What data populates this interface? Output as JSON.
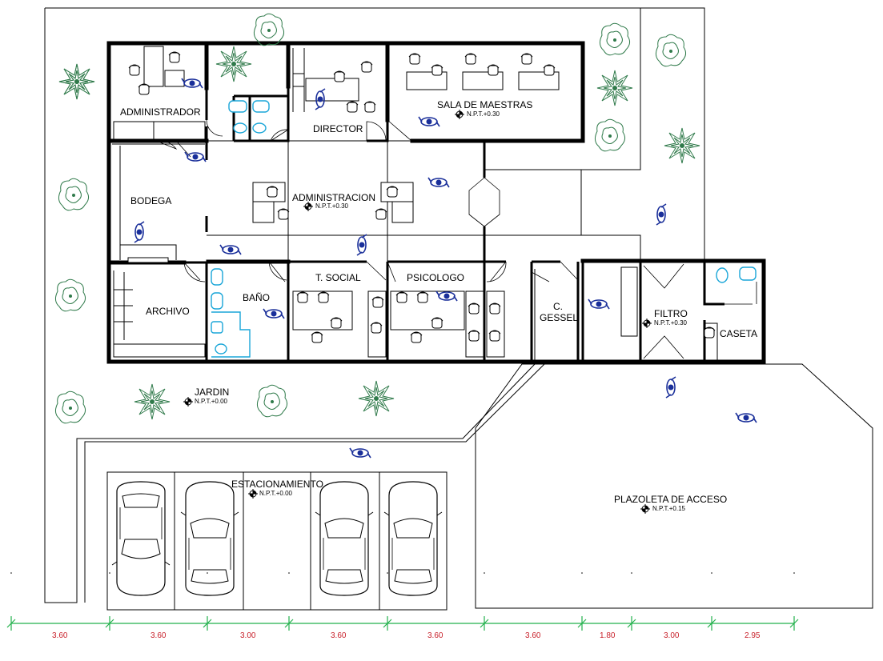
{
  "rooms": {
    "administrador": "ADMINISTRADOR",
    "director": "DIRECTOR",
    "sala_maestras": "SALA DE MAESTRAS",
    "bodega": "BODEGA",
    "administracion": "ADMINISTRACION",
    "archivo": "ARCHIVO",
    "bano": "BAÑO",
    "t_social": "T. SOCIAL",
    "psicologo": "PSICOLOGO",
    "c_gessel_1": "C.",
    "c_gessel_2": "GESSEL",
    "filtro": "FILTRO",
    "caseta": "CASETA",
    "jardin": "JARDIN",
    "estacionamiento": "ESTACIONAMIENTO",
    "plazoleta": "PLAZOLETA DE ACCESO"
  },
  "levels": {
    "sala_maestras": "N.P.T.+0.30",
    "administracion": "N.P.T.+0.30",
    "filtro": "N.P.T.+0.30",
    "jardin": "N.P.T.+0.00",
    "estacionamiento": "N.P.T.+0.00",
    "plazoleta": "N.P.T.+0.15"
  },
  "dimensions": [
    "3.60",
    "3.60",
    "3.00",
    "3.60",
    "3.60",
    "3.60",
    "1.80",
    "3.00",
    "2.95"
  ],
  "colors": {
    "walls": "#000000",
    "vegetation": "#2f7a4a",
    "people": "#1a2f9a",
    "sanitary": "#1aa6d8",
    "dimension_line": "#22b14c",
    "dimension_text": "#c8202a"
  }
}
